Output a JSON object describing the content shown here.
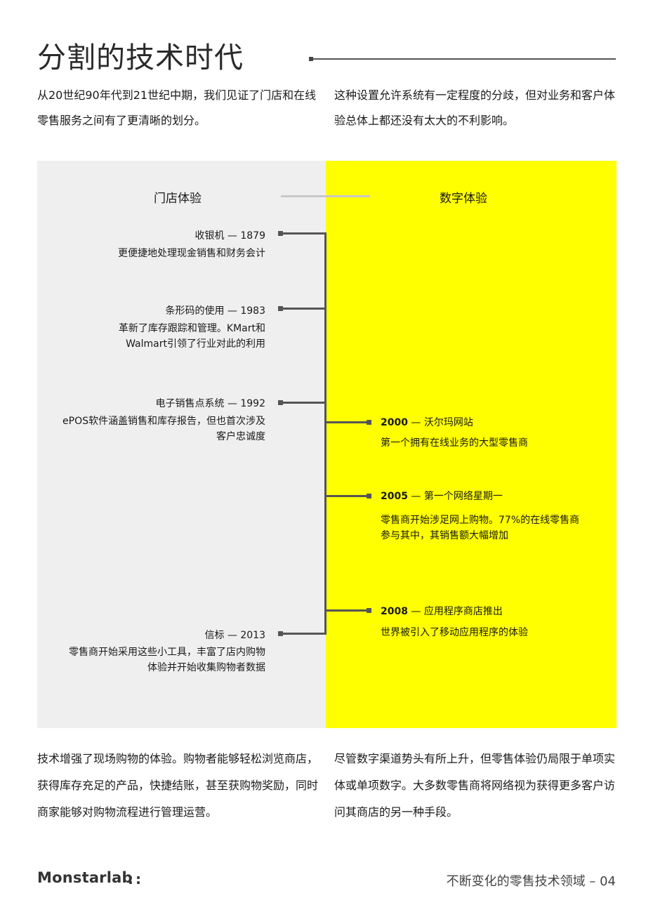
{
  "page": {
    "title": "分割的技术时代",
    "intro_left": "从20世纪90年代到21世纪中期，我们见证了门店和在线零售服务之间有了更清晰的划分。",
    "intro_right": "这种设置允许系统有一定程度的分歧，但对业务和客户体验总体上都还没有太大的不利影响。"
  },
  "timeline": {
    "left_heading": "门店体验",
    "right_heading": "数字体验",
    "left_events": [
      {
        "title": "收银机 — 1879",
        "desc": "更便捷地处理现金销售和财务会计"
      },
      {
        "title": "条形码的使用 — 1983",
        "desc": "革新了库存跟踪和管理。KMart和Walmart引领了行业对此的利用"
      },
      {
        "title": "电子销售点系统 — 1992",
        "desc": "ePOS软件涵盖销售和库存报告，但也首次涉及客户忠诚度"
      },
      {
        "title": "信标 — 2013",
        "desc": "零售商开始采用这些小工具，丰富了店内购物体验并开始收集购物者数据"
      }
    ],
    "right_events": [
      {
        "year": "2000",
        "title": " — 沃尔玛网站",
        "desc": "第一个拥有在线业务的大型零售商"
      },
      {
        "year": "2005",
        "title": " — 第一个网络星期一",
        "desc": "零售商开始涉足网上购物。77%的在线零售商参与其中，其销售额大幅增加"
      },
      {
        "year": "2008",
        "title": " — 应用程序商店推出",
        "desc": "世界被引入了移动应用程序的体验"
      }
    ]
  },
  "bottom": {
    "left": "技术增强了现场购物的体验。购物者能够轻松浏览商店，获得库存充足的产品，快捷结账，甚至获购物奖励，同时商家能够对购物流程进行管理运营。",
    "right": "尽管数字渠道势头有所上升，但零售体验仍局限于单项实体或单项数字。大多数零售商将网络视为获得更多客户访问其商店的另一种手段。"
  },
  "footer": {
    "logo": "Monstarlab",
    "logo_mark": "::",
    "page_label": "不断变化的零售技术领域 – 04"
  },
  "colors": {
    "accent_yellow": "#ffff00",
    "panel_gray": "#efefef",
    "line": "#555555"
  }
}
